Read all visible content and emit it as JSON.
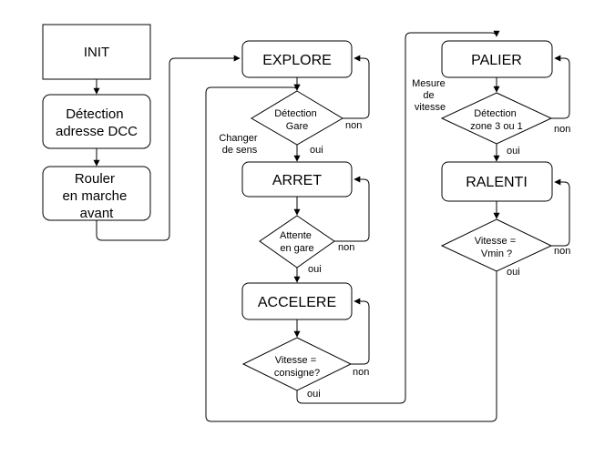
{
  "nodes": {
    "init": "INIT",
    "detection_dcc": [
      "Détection",
      "adresse DCC"
    ],
    "rouler": [
      "Rouler",
      "en marche",
      "avant"
    ],
    "explore": "EXPLORE",
    "detection_gare": [
      "Détection",
      "Gare"
    ],
    "arret": "ARRET",
    "attente_gare": [
      "Attente",
      "en gare"
    ],
    "accelere": "ACCELERE",
    "vitesse_consigne": [
      "Vitesse =",
      "consigne?"
    ],
    "palier": "PALIER",
    "detection_zone": [
      "Détection",
      "zone 3 ou 1"
    ],
    "ralenti": "RALENTI",
    "vitesse_vmin": [
      "Vitesse =",
      "Vmin ?"
    ]
  },
  "labels": {
    "non": "non",
    "oui": "oui",
    "changer_sens": [
      "Changer",
      "de sens"
    ],
    "mesure_vitesse": [
      "Mesure",
      "de",
      "vitesse"
    ]
  }
}
